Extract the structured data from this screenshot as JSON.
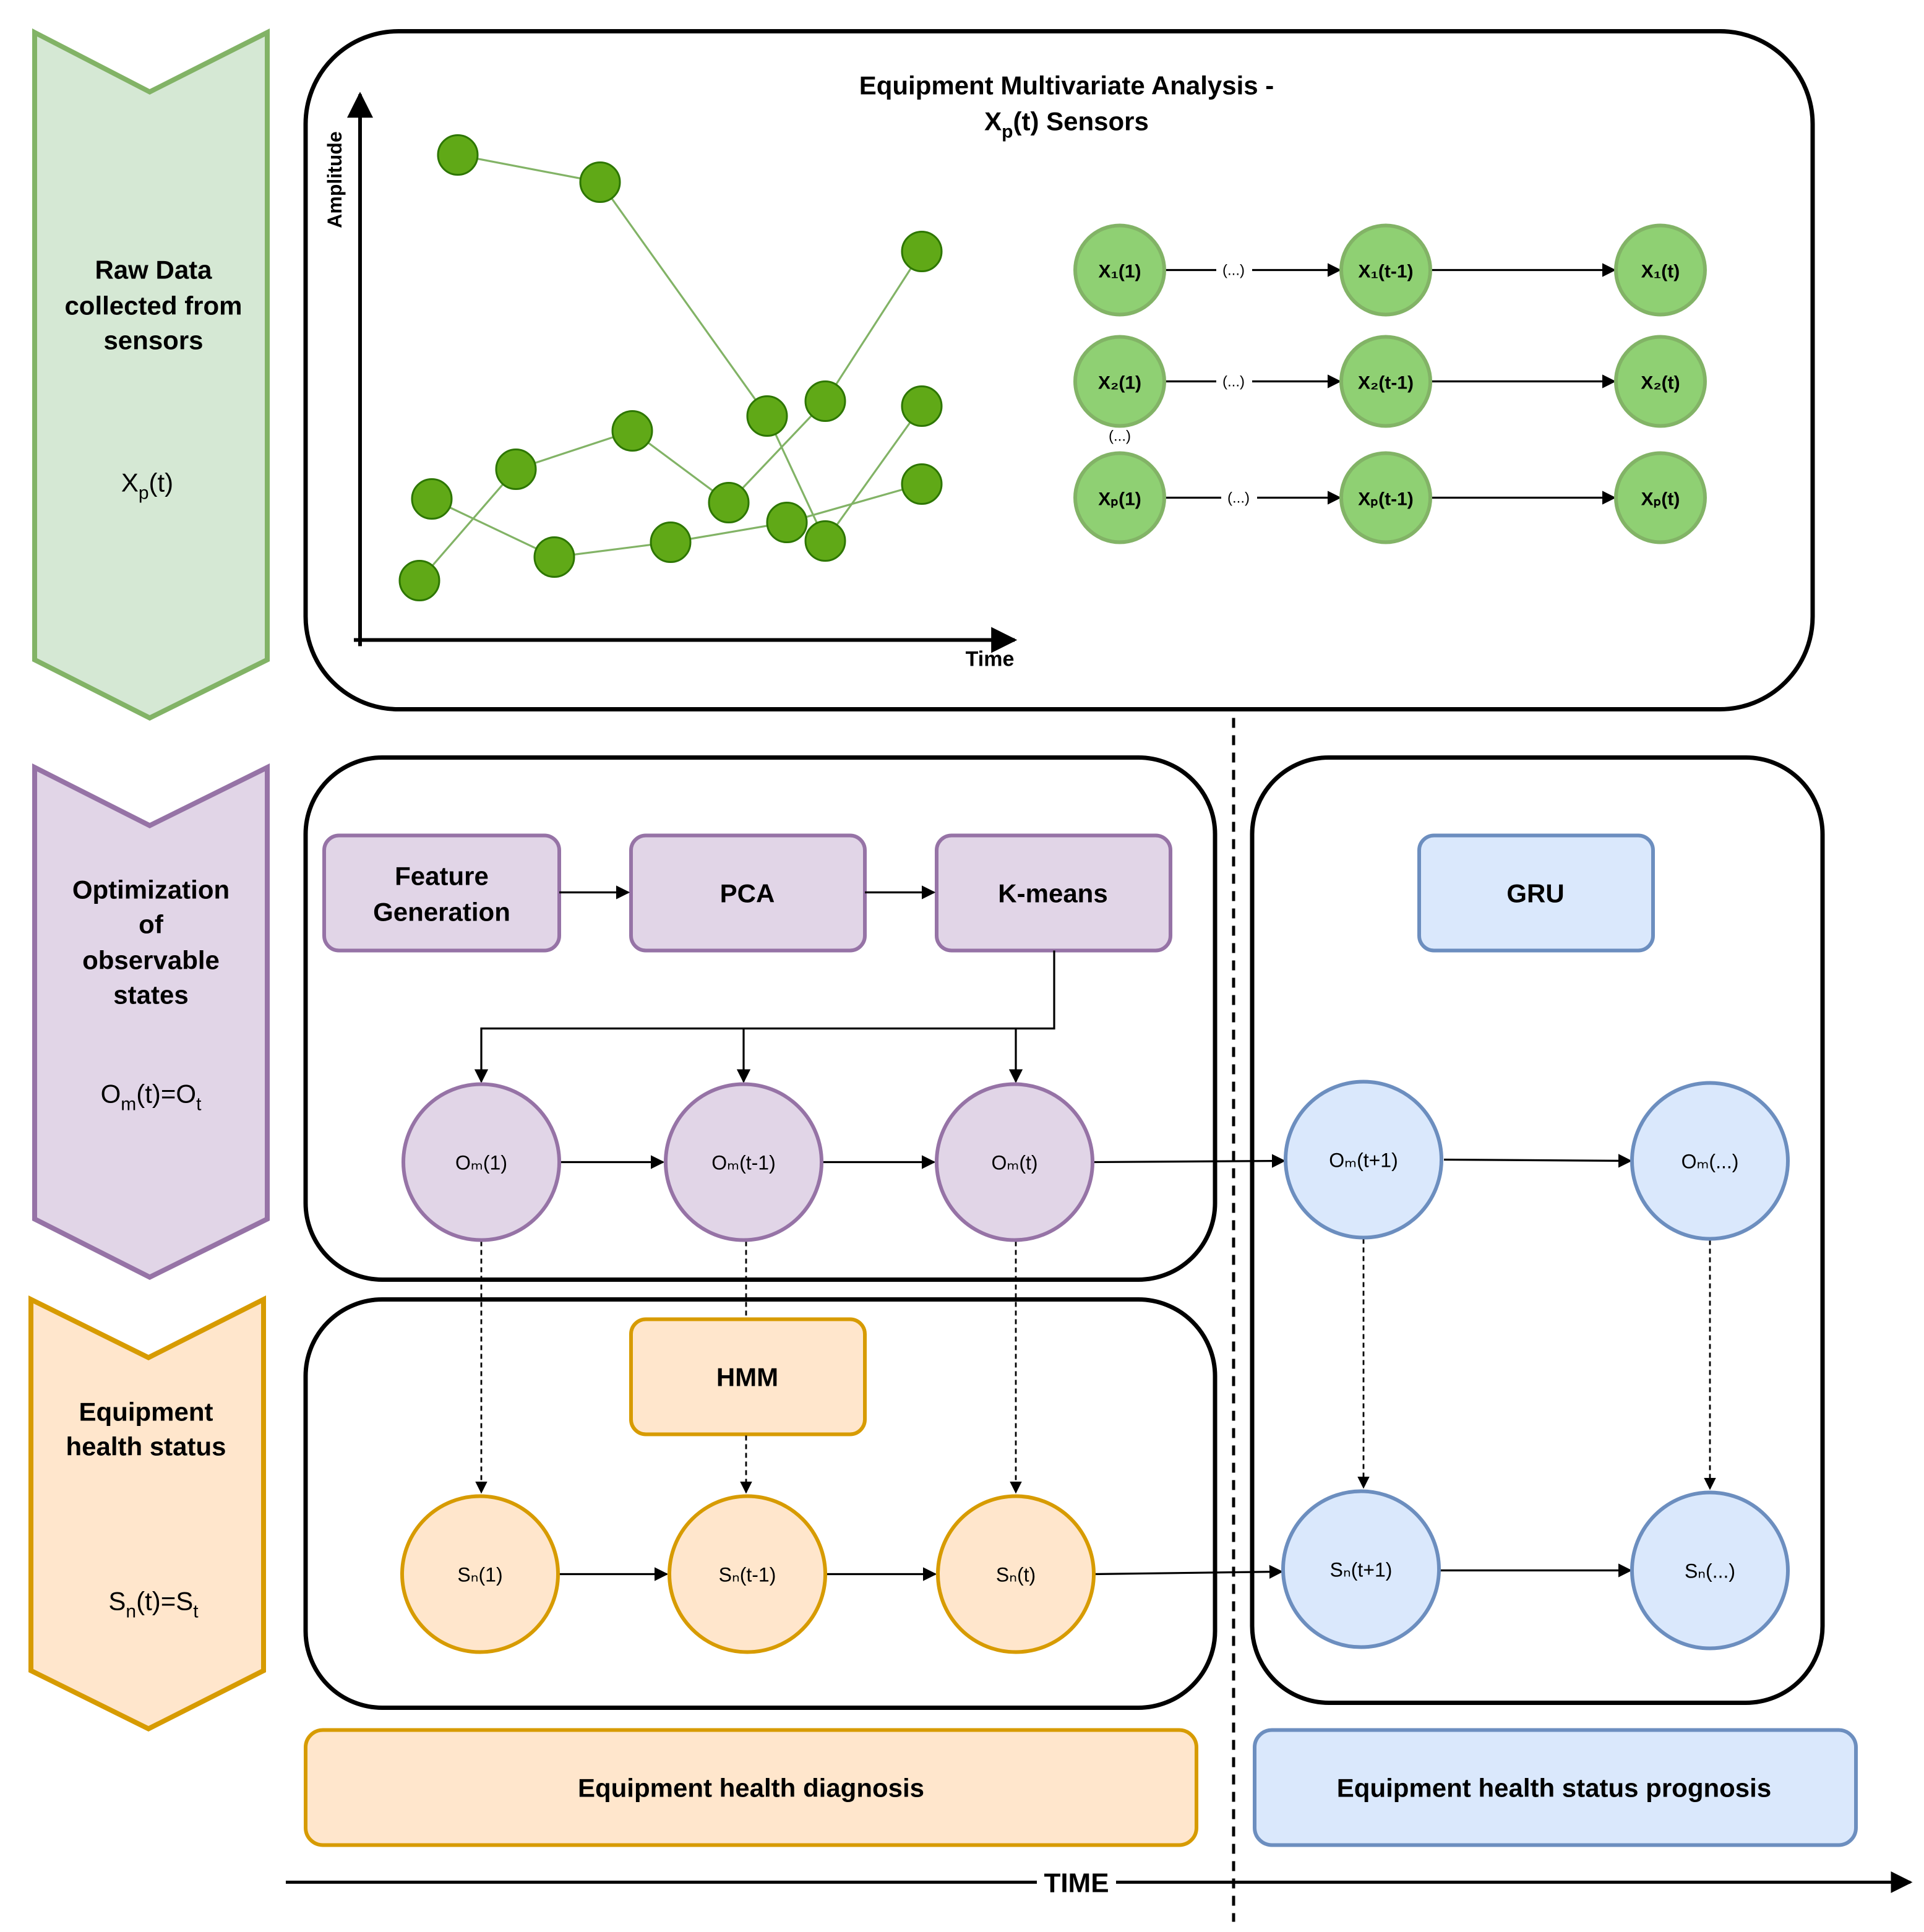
{
  "colors": {
    "green_fill": "#d5e8d4",
    "green_stroke": "#82b366",
    "purple_fill": "#e1d5e7",
    "purple_stroke": "#9673a6",
    "orange_fill": "#ffe6cc",
    "orange_stroke": "#d79b00",
    "blue_fill": "#dae8fc",
    "blue_stroke": "#6c8ebf",
    "dot_green": "#60a917",
    "dot_green_stroke": "#2d7600"
  },
  "left_stages": {
    "raw": {
      "line1": "Raw Data",
      "line2": "collected from",
      "line3": "sensors",
      "formula_main": "X",
      "formula_sub": "p",
      "formula_tail": "(t)"
    },
    "optimization": {
      "line1": "Optimization",
      "line2": "of",
      "line3": "observable",
      "line4": "states",
      "formula_main": "O",
      "formula_sub": "m",
      "formula_tail": "(t)=O",
      "formula_sub2": "t"
    },
    "health": {
      "line1": "Equipment",
      "line2": "health status",
      "formula_main": "S",
      "formula_sub": "n",
      "formula_tail": "(t)=S",
      "formula_sub2": "t"
    }
  },
  "top_panel": {
    "title_line1": "Equipment Multivariate Analysis -",
    "title2_main": "X",
    "title2_sub": "p",
    "title2_tail": "(t) Sensors",
    "y_axis_label": "Amplitude",
    "x_axis_label": "Time"
  },
  "sensor_chain": {
    "ellipsis": "(...)",
    "nodes": {
      "x1_1": "X₁(1)",
      "x1_t1": "X₁(t-1)",
      "x1_t": "X₁(t)",
      "x2_1": "X₂(1)",
      "x2_t1": "X₂(t-1)",
      "x2_t": "X₂(t)",
      "xp_1": "Xₚ(1)",
      "xp_t1": "Xₚ(t-1)",
      "xp_t": "Xₚ(t)"
    }
  },
  "pipeline": {
    "feature_line1": "Feature",
    "feature_line2": "Generation",
    "pca": "PCA",
    "kmeans": "K-means",
    "gru": "GRU",
    "hmm": "HMM"
  },
  "observable_nodes": {
    "o1": "Oₘ(1)",
    "ot1": "Oₘ(t-1)",
    "ot": "Oₘ(t)",
    "otp1": "Oₘ(t+1)",
    "odots": "Oₘ(...)"
  },
  "state_nodes": {
    "s1": "Sₙ(1)",
    "st1": "Sₙ(t-1)",
    "st": "Sₙ(t)",
    "stp1": "Sₙ(t+1)",
    "sdots": "Sₙ(...)"
  },
  "bottom": {
    "diagnosis": "Equipment health diagnosis",
    "prognosis": "Equipment health status prognosis",
    "time": "TIME"
  }
}
